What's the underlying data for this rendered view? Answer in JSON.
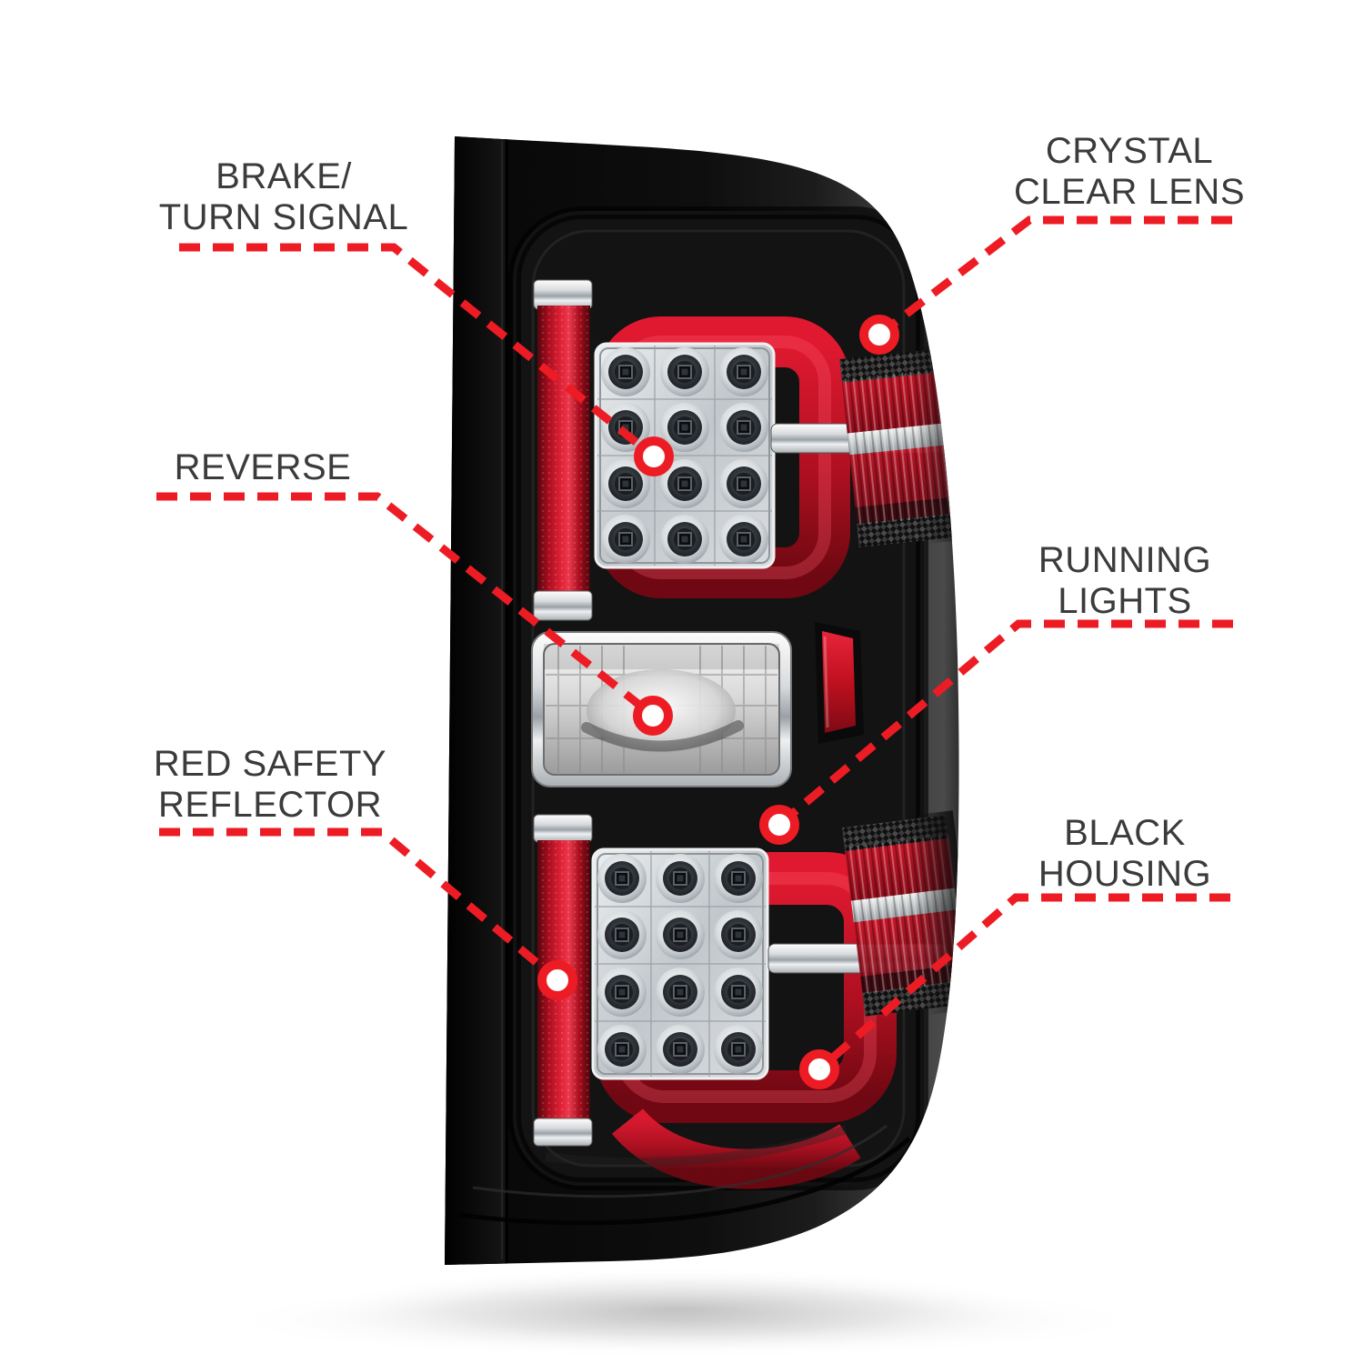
{
  "figure": {
    "type": "product-feature-callout",
    "product": "LED tail light assembly, black housing, driver side"
  },
  "style": {
    "accent_color": "#ed1c24",
    "label_color": "#3b3b3b",
    "housing_black": "#0d0d0d",
    "reflector_red": "#d01226",
    "chrome_silver": "#c9ccd0",
    "background": "#ffffff"
  },
  "callouts": {
    "brake": {
      "label": "BRAKE/\nTURN SIGNAL",
      "side": "left"
    },
    "reverse": {
      "label": "REVERSE",
      "side": "left"
    },
    "reflector": {
      "label": "RED SAFETY\nREFLECTOR",
      "side": "left"
    },
    "lens": {
      "label": "CRYSTAL\nCLEAR LENS",
      "side": "right"
    },
    "running": {
      "label": "RUNNING\nLIGHTS",
      "side": "right"
    },
    "housing": {
      "label": "BLACK\nHOUSING",
      "side": "right"
    }
  }
}
